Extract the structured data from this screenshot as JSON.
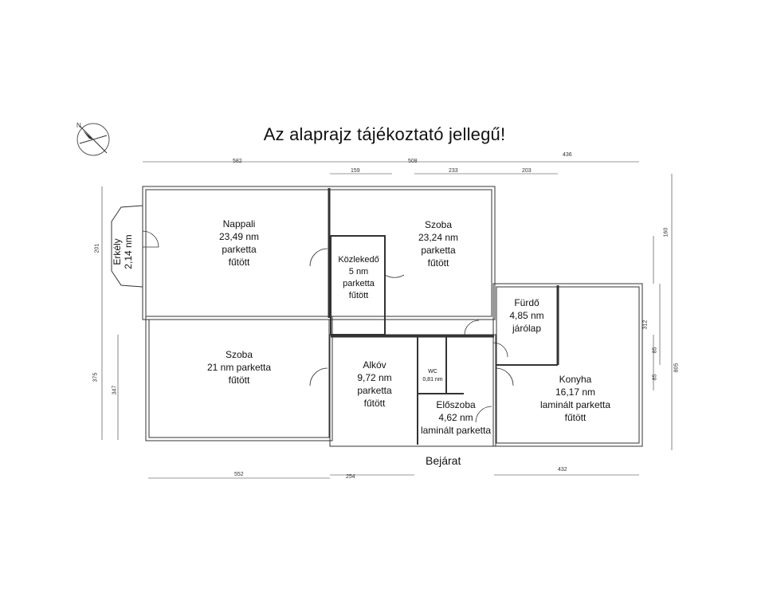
{
  "title": "Az alaprajz tájékoztató jellegű!",
  "entrance": "Bejárat",
  "rooms": {
    "nappali": {
      "name": "Nappali",
      "area": "23,49 nm",
      "floor": "parketta",
      "heat": "fűtött"
    },
    "szoba1": {
      "name": "Szoba",
      "area": "23,24 nm",
      "floor": "parketta",
      "heat": "fűtött"
    },
    "kozlekedo": {
      "name": "Közlekedő",
      "area": "5 nm",
      "floor": "parketta",
      "heat": "fűtött"
    },
    "szoba2": {
      "name": "Szoba",
      "area": "21 nm parketta",
      "heat": "fűtött"
    },
    "alkov": {
      "name": "Alkóv",
      "area": "9,72 nm",
      "floor": "parketta",
      "heat": "fűtött"
    },
    "wc": {
      "name": "WC",
      "area": "0,81 nm"
    },
    "eloszoba": {
      "name": "Előszoba",
      "area": "4,62 nm",
      "floor": "laminált parketta"
    },
    "furdo": {
      "name": "Fürdő",
      "area": "4,85 nm",
      "floor": "járólap"
    },
    "konyha": {
      "name": "Konyha",
      "area": "16,17 nm",
      "floor": "laminált parketta",
      "heat": "fűtött"
    },
    "erkely": {
      "name": "Erkély",
      "area": "2,14 nm"
    }
  },
  "dimensions": {
    "top_left": "582",
    "top_mid": "508",
    "top_right": "436",
    "top_sub1": "159",
    "top_sub2": "233",
    "top_sub3": "203",
    "bottom_left": "552",
    "bottom_mid": "254",
    "bottom_right": "432",
    "left_upper": "201",
    "left_lower": "375",
    "left_lower_inner": "347",
    "right_total": "805",
    "right_1": "160",
    "right_2": "312",
    "right_3": "85",
    "right_4": "85"
  }
}
